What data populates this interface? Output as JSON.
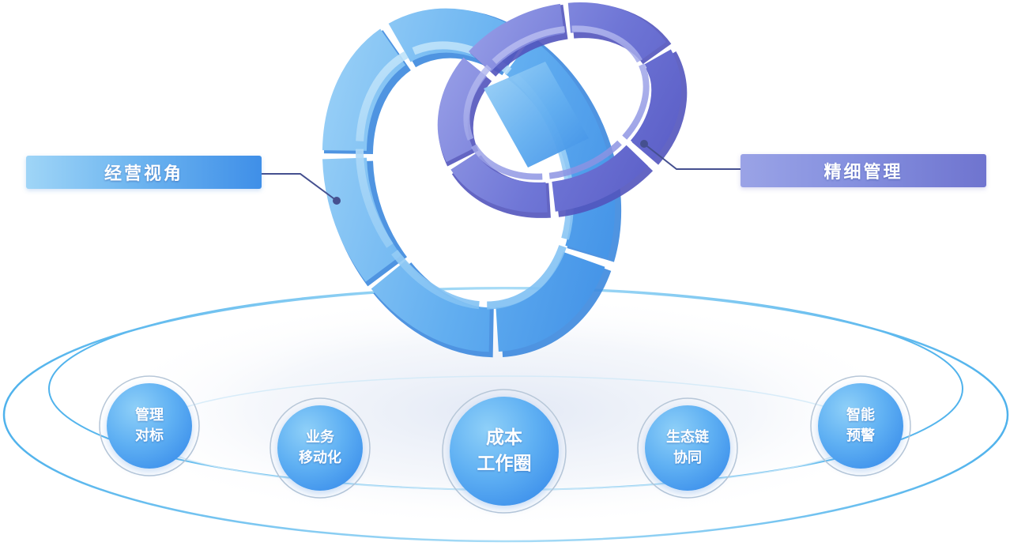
{
  "labels": {
    "left_tag": "经营视角",
    "right_tag": "精细管理"
  },
  "nodes": [
    {
      "line1": "管理",
      "line2": "对标"
    },
    {
      "line1": "业务",
      "line2": "移动化"
    },
    {
      "line1": "成本",
      "line2": "工作圈"
    },
    {
      "line1": "生态链",
      "line2": "协同"
    },
    {
      "line1": "智能",
      "line2": "预警"
    }
  ],
  "colors": {
    "blue_ring": "#5aa9ef",
    "purple_ring": "#7077d6",
    "orbit": "#58b8ee",
    "connector": "#45508f",
    "left_tag": "#5aa9ef",
    "right_tag": "#7f86d9"
  }
}
